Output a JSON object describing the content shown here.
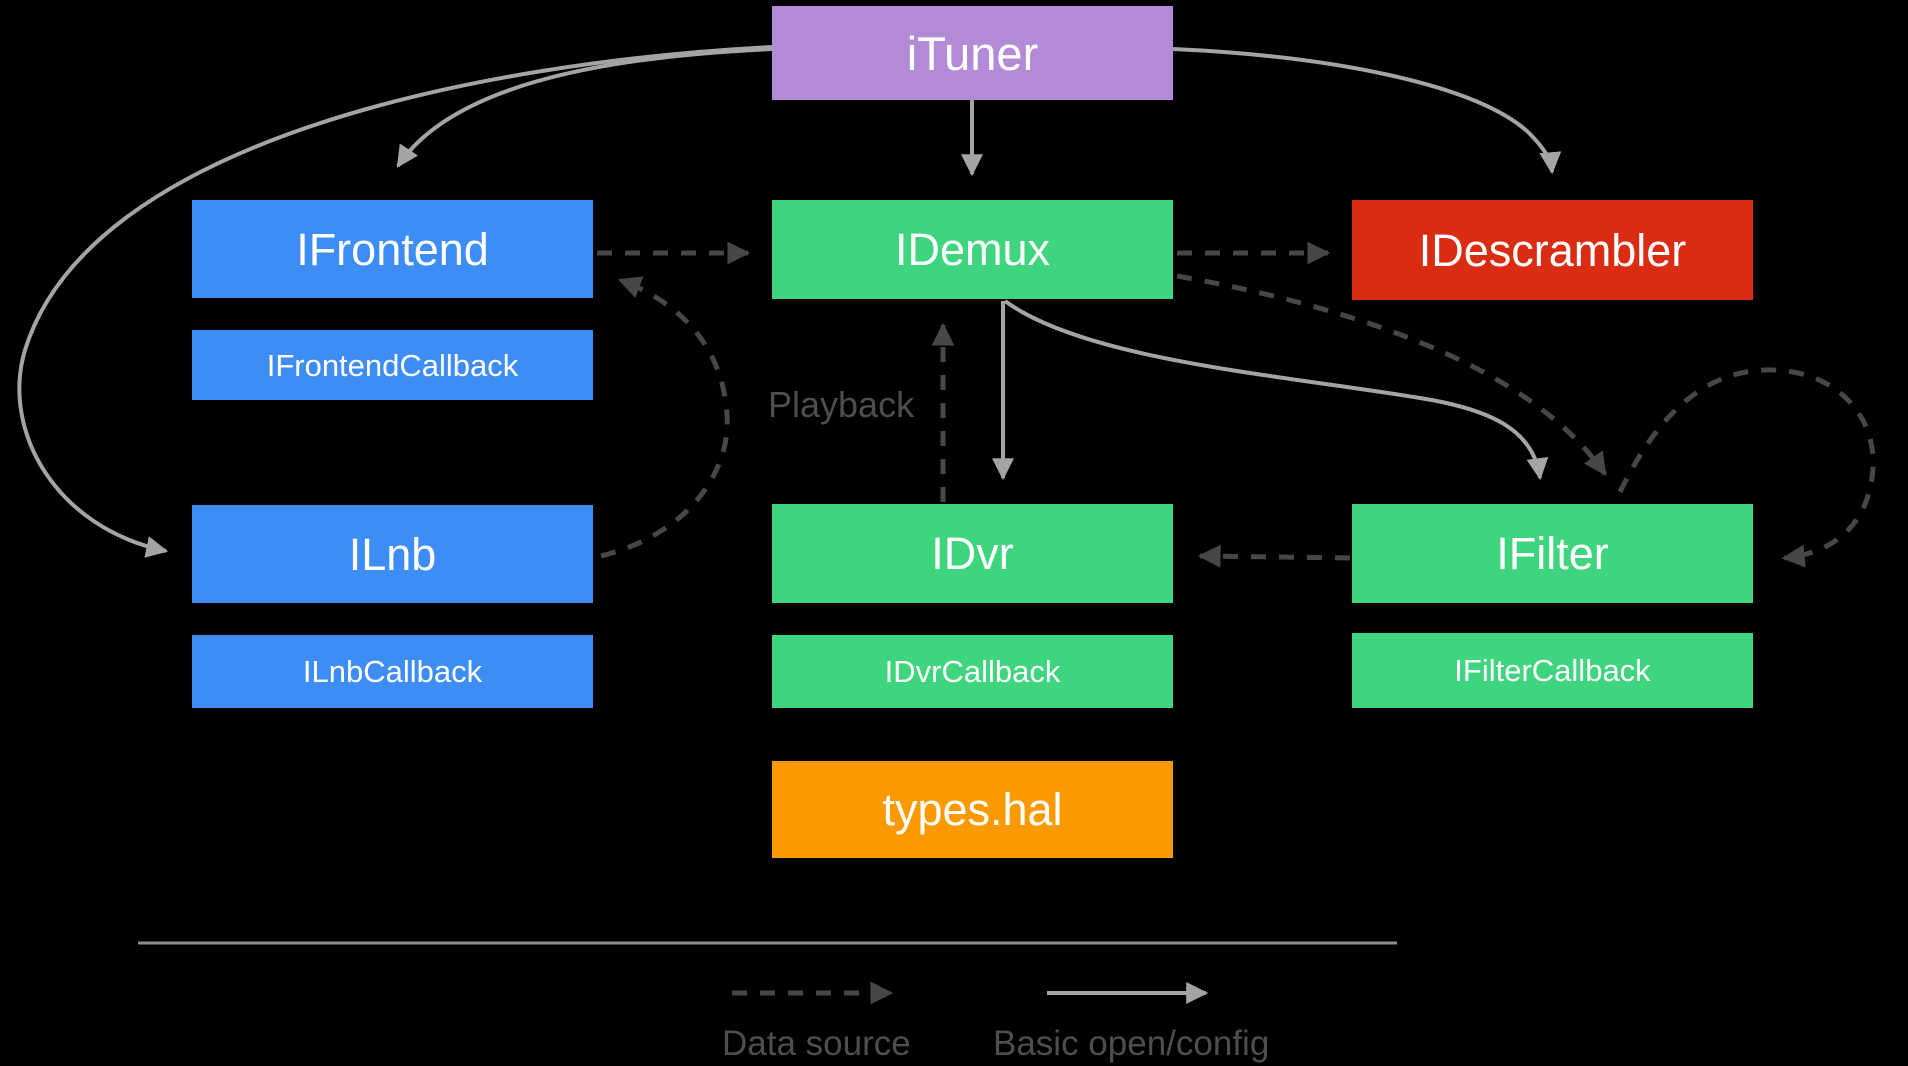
{
  "canvas": {
    "background": "#000000"
  },
  "nodes": {
    "ituner": {
      "label": "iTuner",
      "color": "#b28ad6"
    },
    "ifrontend": {
      "label": "IFrontend",
      "color": "#3d8df5"
    },
    "ifrontend_cb": {
      "label": "IFrontendCallback",
      "color": "#3d8df5"
    },
    "ilnb": {
      "label": "ILnb",
      "color": "#3d8df5"
    },
    "ilnb_cb": {
      "label": "ILnbCallback",
      "color": "#3d8df5"
    },
    "idemux": {
      "label": "IDemux",
      "color": "#3fd57f"
    },
    "idescrambler": {
      "label": "IDescrambler",
      "color": "#da2c12"
    },
    "idvr": {
      "label": "IDvr",
      "color": "#3fd57f"
    },
    "idvr_cb": {
      "label": "IDvrCallback",
      "color": "#3fd57f"
    },
    "ifilter": {
      "label": "IFilter",
      "color": "#3fd57f"
    },
    "ifilter_cb": {
      "label": "IFilterCallback",
      "color": "#3fd57f"
    },
    "types_hal": {
      "label": "types.hal",
      "color": "#fb9a00"
    }
  },
  "annotations": {
    "playback": "Playback"
  },
  "legend": {
    "dashed_label": "Data source",
    "solid_label": "Basic open/config"
  },
  "edge_colors": {
    "solid": "#a4a4a4",
    "dashed": "#474747"
  },
  "edges": [
    {
      "from": "iTuner",
      "to": "IFrontend",
      "type": "solid"
    },
    {
      "from": "iTuner",
      "to": "ILnb",
      "type": "solid"
    },
    {
      "from": "iTuner",
      "to": "IDemux",
      "type": "solid"
    },
    {
      "from": "iTuner",
      "to": "IDescrambler",
      "type": "solid"
    },
    {
      "from": "IDemux",
      "to": "IDvr",
      "type": "solid"
    },
    {
      "from": "IDemux",
      "to": "IFilter",
      "type": "solid"
    },
    {
      "from": "IFrontend",
      "to": "IDemux",
      "type": "dashed"
    },
    {
      "from": "ILnb",
      "to": "IFrontend",
      "type": "dashed"
    },
    {
      "from": "IDemux",
      "to": "IDescrambler",
      "type": "dashed"
    },
    {
      "from": "IDemux",
      "to": "IFilter",
      "type": "dashed"
    },
    {
      "from": "IFilter",
      "to": "IFilter",
      "type": "dashed"
    },
    {
      "from": "IFilter",
      "to": "IDvr",
      "type": "dashed"
    },
    {
      "from": "IDvr",
      "to": "IDemux",
      "type": "dashed",
      "label": "Playback"
    }
  ]
}
